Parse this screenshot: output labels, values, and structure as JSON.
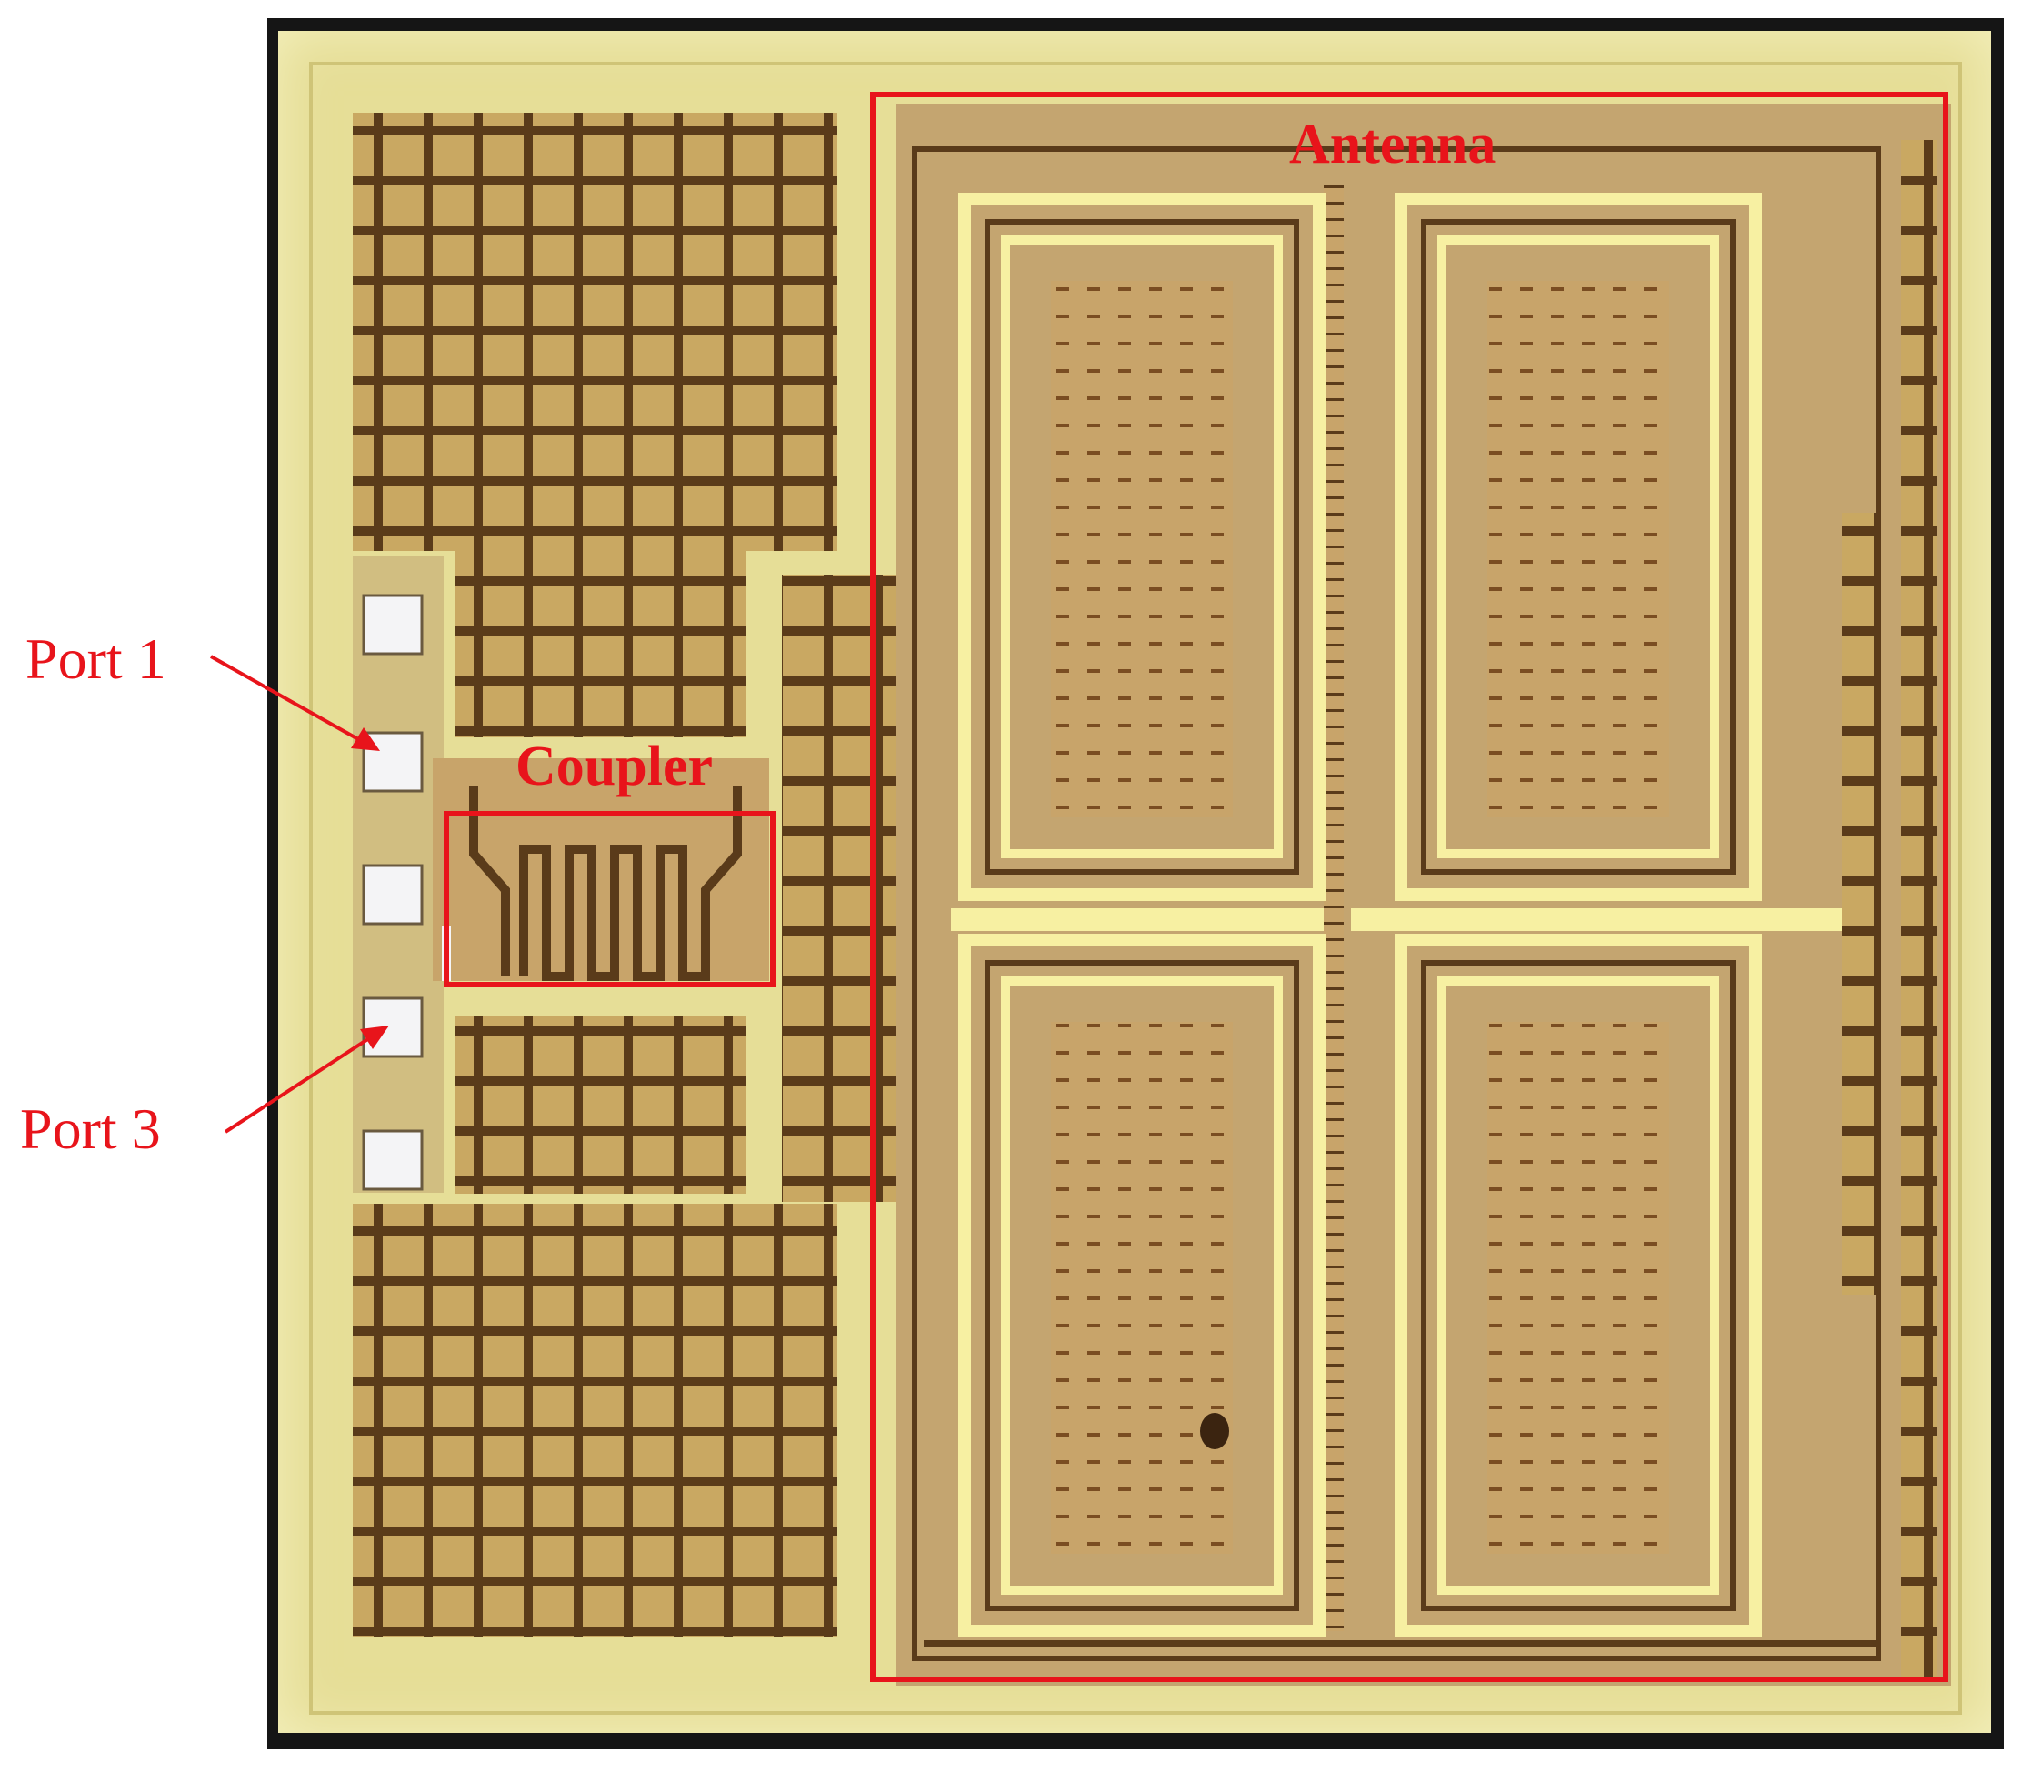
{
  "figure": {
    "labels": {
      "antenna": "Antenna",
      "coupler": "Coupler",
      "port1": "Port 1",
      "port3": "Port 3"
    },
    "colors": {
      "annotation": "#e8141b",
      "substrate": "#e6de97",
      "metal": "#c9a862",
      "frame": "#151515",
      "pad": "#f4f4f6"
    }
  }
}
